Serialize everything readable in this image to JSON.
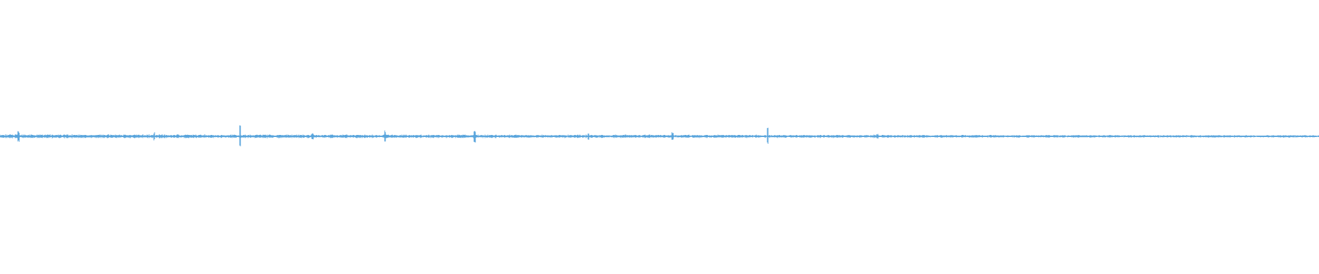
{
  "waveform": {
    "color": "#5aa5dc",
    "background": "#ffffff",
    "display_mode": "min-max peaks",
    "amplitude": {
      "baseline": 0.05,
      "fade_to": 0.03,
      "spikes": [
        {
          "pos": 0.014,
          "amp": 0.18
        },
        {
          "pos": 0.117,
          "amp": 0.14
        },
        {
          "pos": 0.182,
          "amp": 0.38
        },
        {
          "pos": 0.237,
          "amp": 0.12
        },
        {
          "pos": 0.292,
          "amp": 0.2
        },
        {
          "pos": 0.36,
          "amp": 0.22
        },
        {
          "pos": 0.446,
          "amp": 0.12
        },
        {
          "pos": 0.51,
          "amp": 0.14
        },
        {
          "pos": 0.582,
          "amp": 0.32
        },
        {
          "pos": 0.665,
          "amp": 0.08
        }
      ]
    }
  }
}
